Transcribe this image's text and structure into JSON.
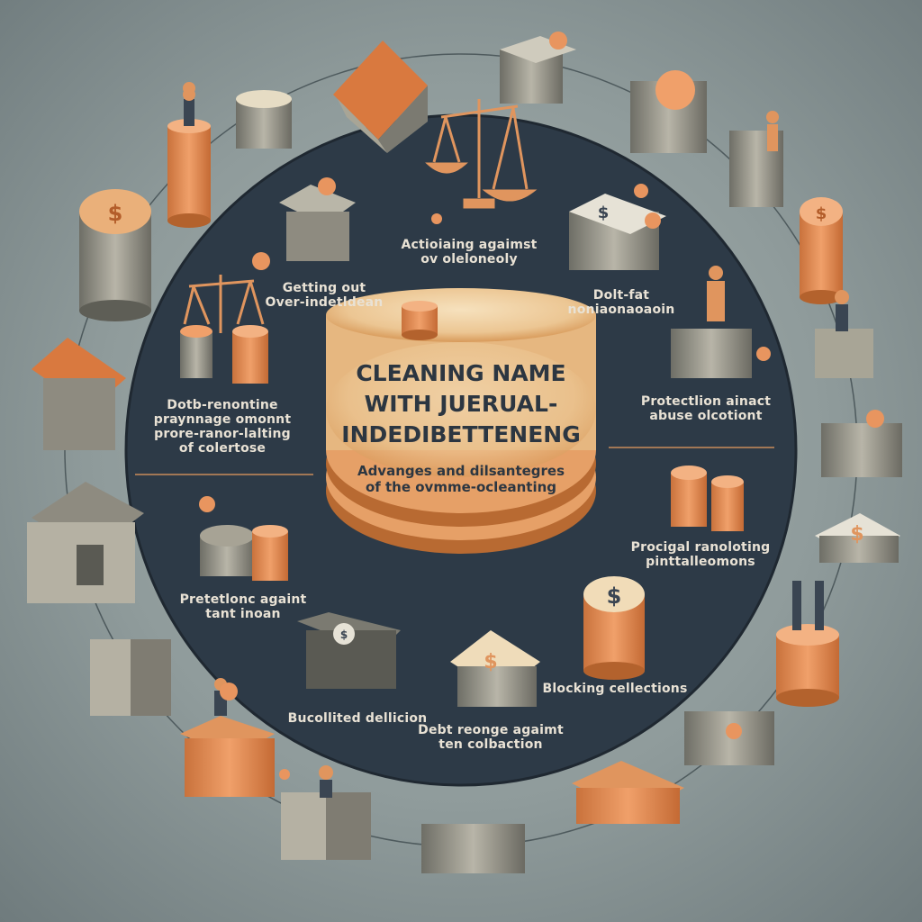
{
  "center": {
    "title_lines": [
      "CLEANING NAME",
      "WITH JUERUAL-",
      "INDEDIBETTENENG"
    ],
    "subtitle_lines": [
      "Advanges and dilsantegres",
      "of the ovmme-ocleanting"
    ]
  },
  "labels": {
    "top_center": [
      "Actioiaing agaimst",
      "ov oleloneoly"
    ],
    "upper_left": [
      "Getting out",
      "Over-indetldean"
    ],
    "upper_right": [
      "Dolt-fat",
      "noniaonaoaoin"
    ],
    "left": [
      "Dotb-renontine",
      "praynnage omonnt",
      "prore-ranor-lalting",
      "of colertose"
    ],
    "right": [
      "Protectlion ainact",
      "abuse olcotiont"
    ],
    "lower_left": [
      "Pretetlonc againt",
      "tant inoan"
    ],
    "lower_right": [
      "Procigal ranoloting",
      "pinttalleomons"
    ],
    "bottom_left": [
      "Bucollited dellicion"
    ],
    "bottom_center": [
      "Debt reonge agaimt",
      "ten colbaction"
    ],
    "bottom_right": [
      "Blocking cellections"
    ]
  },
  "icons": {
    "dollar_symbol": "$"
  },
  "colors": {
    "background": "#8f9b9b",
    "disc": "#2d3a47",
    "label_text": "#e9e2d5",
    "coin_orange": "#e08a52",
    "cake_cream": "#efcf9f",
    "title_text": "#2c3641"
  }
}
